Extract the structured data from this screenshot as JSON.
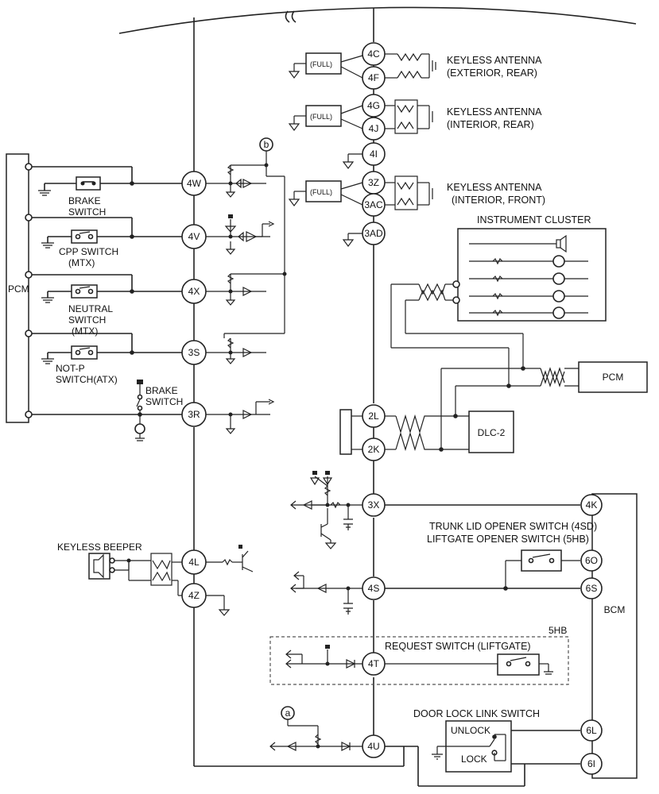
{
  "pins": {
    "p4C": "4C",
    "p4F": "4F",
    "p4G": "4G",
    "p4J": "4J",
    "p4I": "4I",
    "p3Z": "3Z",
    "p3AC": "3AC",
    "p3AD": "3AD",
    "p4W": "4W",
    "p4V": "4V",
    "p4X": "4X",
    "p3S": "3S",
    "p3R": "3R",
    "p2L": "2L",
    "p2K": "2K",
    "p3X": "3X",
    "p4L": "4L",
    "p4Z": "4Z",
    "p4S": "4S",
    "p4T": "4T",
    "p4U": "4U",
    "p4K": "4K",
    "p6O": "6O",
    "p6S": "6S",
    "p6L": "6L",
    "p6I": "6I"
  },
  "labels": {
    "full": "(FULL)",
    "antenna_ext_rear_1": "KEYLESS ANTENNA",
    "antenna_ext_rear_2": "(EXTERIOR, REAR)",
    "antenna_int_rear_1": "KEYLESS ANTENNA",
    "antenna_int_rear_2": "(INTERIOR, REAR)",
    "antenna_int_front_1": "KEYLESS ANTENNA",
    "antenna_int_front_2": "(INTERIOR, FRONT)",
    "instrument_cluster": "INSTRUMENT CLUSTER",
    "pcm_left": "PCM",
    "pcm_right": "PCM",
    "dlc2": "DLC-2",
    "brake_switch": "BRAKE",
    "brake_switch_2": "SWITCH",
    "cpp_switch": "CPP SWITCH",
    "cpp_switch_2": "(MTX)",
    "neutral_switch": "NEUTRAL",
    "neutral_switch_2": "SWITCH",
    "neutral_switch_3": "(MTX)",
    "notp_switch": "NOT-P",
    "notp_switch_2": "SWITCH(ATX)",
    "brake_switch_b": "BRAKE",
    "brake_switch_b_2": "SWITCH",
    "keyless_beeper": "KEYLESS BEEPER",
    "trunk_opener": "TRUNK  LID OPENER SWITCH (4SD)",
    "liftgate_opener": "LIFTGATE OPENER SWITCH  (5HB)",
    "bcm": "BCM",
    "fivehb": "5HB",
    "request_switch": "REQUEST SWITCH (LIFTGATE)",
    "door_lock_link": "DOOR LOCK LINK SWITCH",
    "unlock": "UNLOCK",
    "lock": "LOCK",
    "ref_a": "a",
    "ref_b": "b"
  }
}
